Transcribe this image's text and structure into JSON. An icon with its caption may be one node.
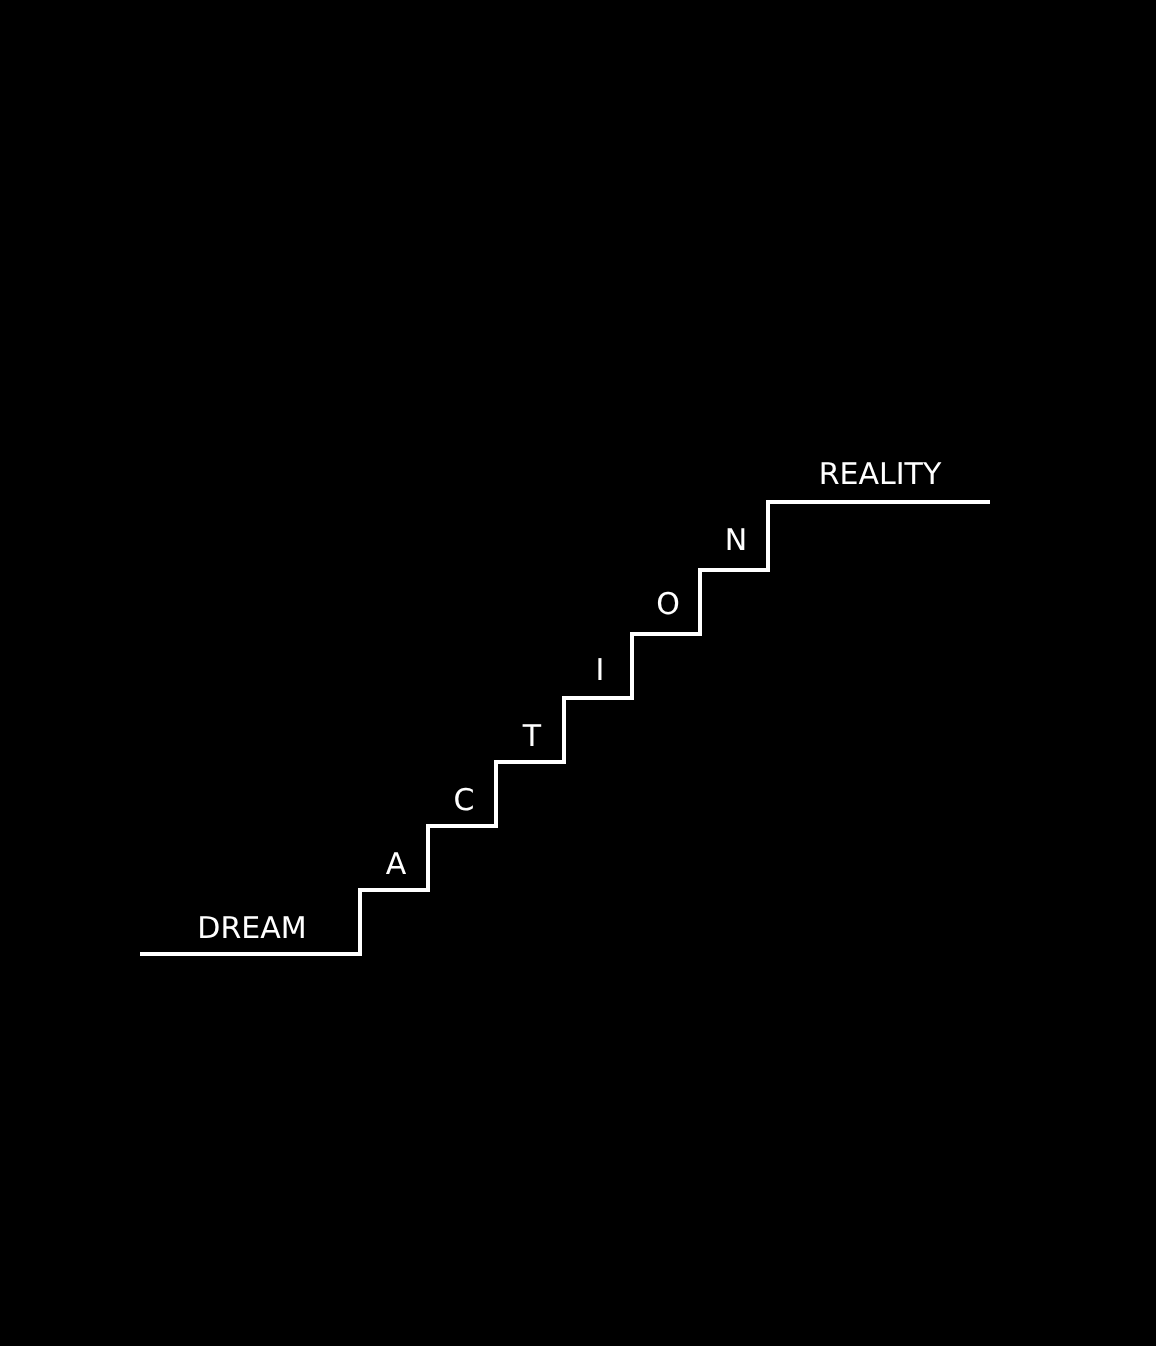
{
  "diagram": {
    "labels": [
      "DREAM",
      "A",
      "C",
      "T",
      "I",
      "O",
      "N",
      "REALITY"
    ]
  }
}
